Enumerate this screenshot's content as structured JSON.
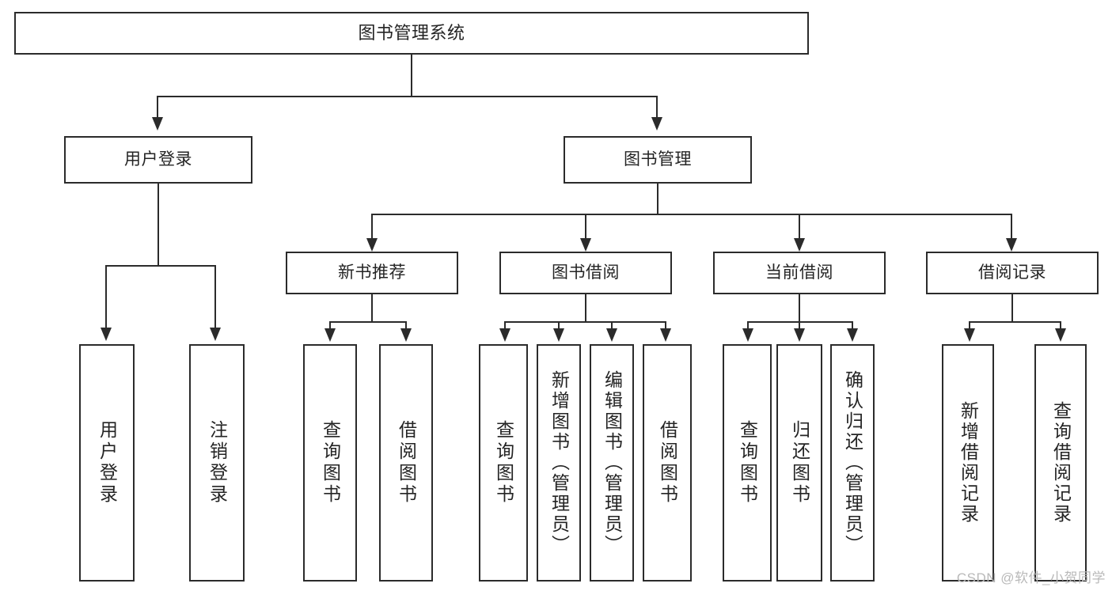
{
  "diagram": {
    "title": "图书管理系统",
    "type": "hierarchy-tree",
    "levels": 4,
    "root": {
      "id": "root",
      "label": "图书管理系统"
    },
    "level1": [
      {
        "id": "user-login",
        "label": "用户登录"
      },
      {
        "id": "book-manage",
        "label": "图书管理"
      }
    ],
    "level2": [
      {
        "id": "new-book-rec",
        "label": "新书推荐",
        "parent": "book-manage"
      },
      {
        "id": "book-borrow",
        "label": "图书借阅",
        "parent": "book-manage"
      },
      {
        "id": "current-borrow",
        "label": "当前借阅",
        "parent": "book-manage"
      },
      {
        "id": "borrow-record",
        "label": "借阅记录",
        "parent": "book-manage"
      }
    ],
    "leaves": {
      "user_login": [
        {
          "id": "leaf-user-login",
          "label": "用户登录"
        },
        {
          "id": "leaf-logout",
          "label": "注销登录"
        }
      ],
      "new_book_rec": [
        {
          "id": "leaf-query-book-1",
          "label": "查询图书"
        },
        {
          "id": "leaf-borrow-book-1",
          "label": "借阅图书"
        }
      ],
      "book_borrow": [
        {
          "id": "leaf-query-book-2",
          "label": "查询图书"
        },
        {
          "id": "leaf-add-book",
          "label": "新增图书（管理员）"
        },
        {
          "id": "leaf-edit-book",
          "label": "编辑图书（管理员）"
        },
        {
          "id": "leaf-borrow-book-2",
          "label": "借阅图书"
        }
      ],
      "current_borrow": [
        {
          "id": "leaf-query-book-3",
          "label": "查询图书"
        },
        {
          "id": "leaf-return-book",
          "label": "归还图书"
        },
        {
          "id": "leaf-confirm-return",
          "label": "确认归还（管理员）"
        }
      ],
      "borrow_record": [
        {
          "id": "leaf-add-record",
          "label": "新增借阅记录"
        },
        {
          "id": "leaf-query-record",
          "label": "查询借阅记录"
        }
      ]
    }
  },
  "watermark": {
    "text": "CSDN @软件_小贺同学"
  },
  "colors": {
    "stroke": "#2b2b2b",
    "text": "#242424",
    "background": "#ffffff",
    "watermark": "#b9b9b9"
  }
}
